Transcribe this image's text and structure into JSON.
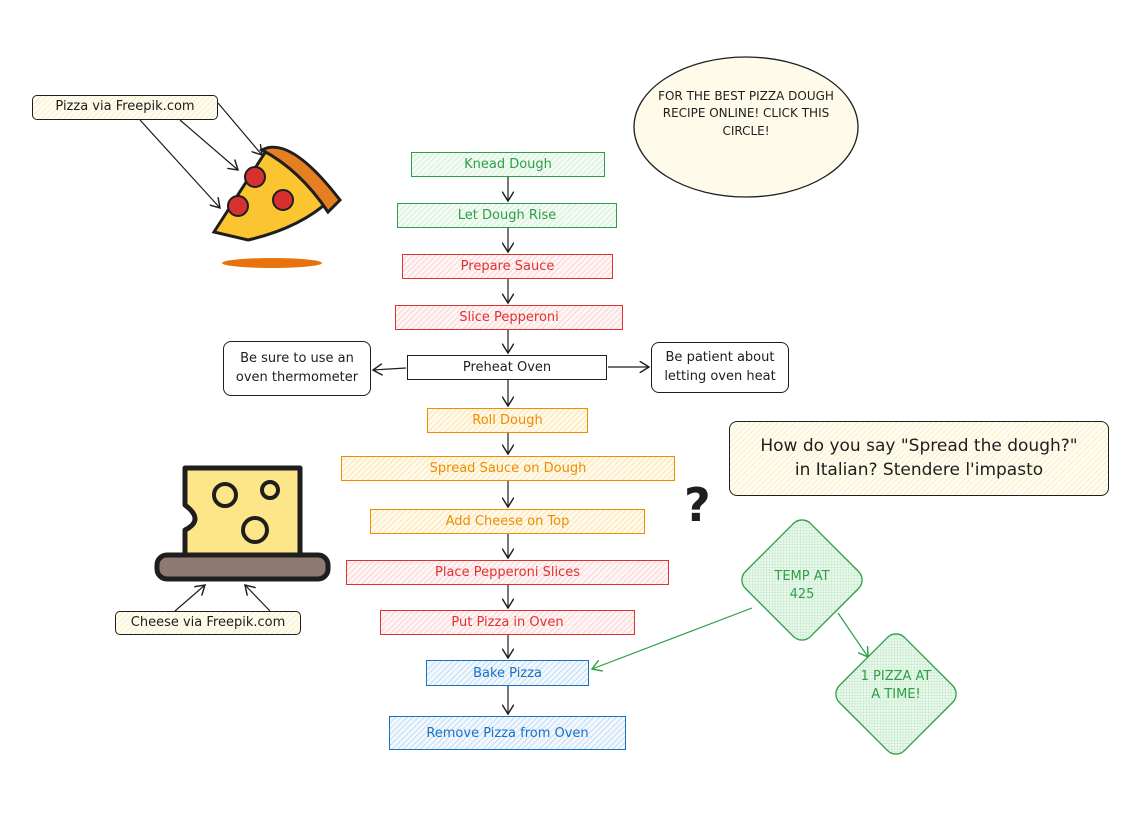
{
  "steps": [
    {
      "label": "Knead Dough",
      "color": "green"
    },
    {
      "label": "Let Dough Rise",
      "color": "green"
    },
    {
      "label": "Prepare Sauce",
      "color": "red"
    },
    {
      "label": "Slice Pepperoni",
      "color": "red"
    },
    {
      "label": "Preheat Oven",
      "color": "black"
    },
    {
      "label": "Roll Dough",
      "color": "orange"
    },
    {
      "label": "Spread Sauce on Dough",
      "color": "orange"
    },
    {
      "label": "Add Cheese on Top",
      "color": "orange"
    },
    {
      "label": "Place Pepperoni Slices",
      "color": "red"
    },
    {
      "label": "Put Pizza in Oven",
      "color": "red"
    },
    {
      "label": "Bake Pizza",
      "color": "blue"
    },
    {
      "label": "Remove Pizza from Oven",
      "color": "blue"
    }
  ],
  "notes": {
    "thermometer": "Be sure to use an oven thermometer",
    "patient": "Be patient about letting oven heat",
    "italian": "How do you say \"Spread the dough?\" in Italian? Stendere l'impasto",
    "circle": "FOR THE BEST PIZZA DOUGH RECIPE ONLINE! CLICK THIS CIRCLE!",
    "pizza_credit": "Pizza via Freepik.com",
    "cheese_credit": "Cheese via Freepik.com",
    "question": "?"
  },
  "diamonds": {
    "temp": "TEMP AT 425",
    "one_pizza": "1 PIZZA AT A TIME!"
  },
  "colors": {
    "green": "#2f9e44",
    "red": "#e03131",
    "orange": "#f08c00",
    "blue": "#1971c2",
    "black": "#1e1e1e"
  }
}
